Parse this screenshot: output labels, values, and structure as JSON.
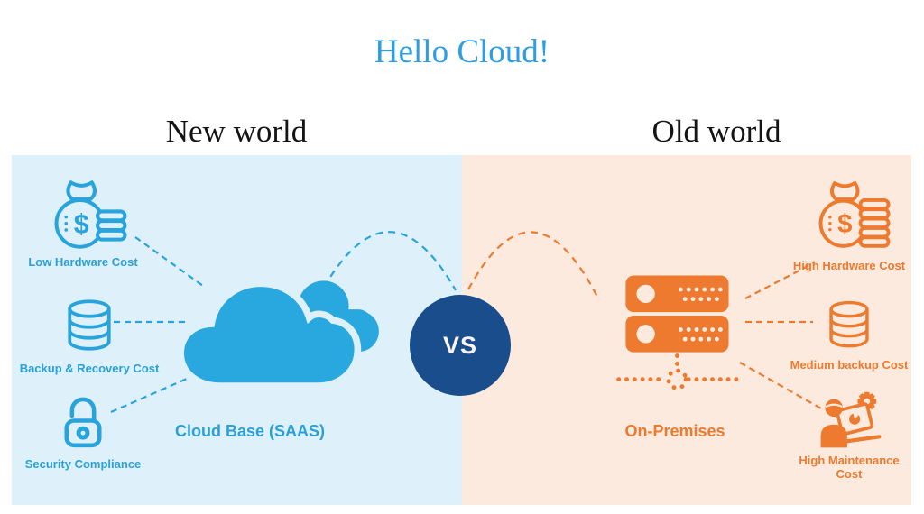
{
  "title": "Hello Cloud!",
  "left": {
    "heading": "New world",
    "items": [
      {
        "label": "Low Hardware Cost",
        "icon": "money-bag-icon"
      },
      {
        "label": "Backup & Recovery Cost",
        "icon": "database-icon"
      },
      {
        "label": "Security Compliance",
        "icon": "padlock-icon"
      }
    ],
    "main_label": "Cloud Base (SAAS)",
    "main_icon": "cloud-icon"
  },
  "center": {
    "vs_label": "VS"
  },
  "right": {
    "heading": "Old world",
    "items": [
      {
        "label": "High Hardware Cost",
        "icon": "money-bag-coins-icon"
      },
      {
        "label": "Medium backup Cost",
        "icon": "database-icon"
      },
      {
        "label": "High Maintenance Cost",
        "icon": "technician-gear-icon"
      }
    ],
    "main_label": "On-Premises",
    "main_icon": "server-rack-icon"
  },
  "colors": {
    "blue": "#29A8E0",
    "blue_text": "#2AA0D8",
    "navy": "#1A4D8C",
    "orange": "#ED7A2F",
    "panel_left_bg": "#DEF1FA",
    "panel_right_bg": "#FCEADE",
    "title_blue": "#2D9DE5"
  }
}
